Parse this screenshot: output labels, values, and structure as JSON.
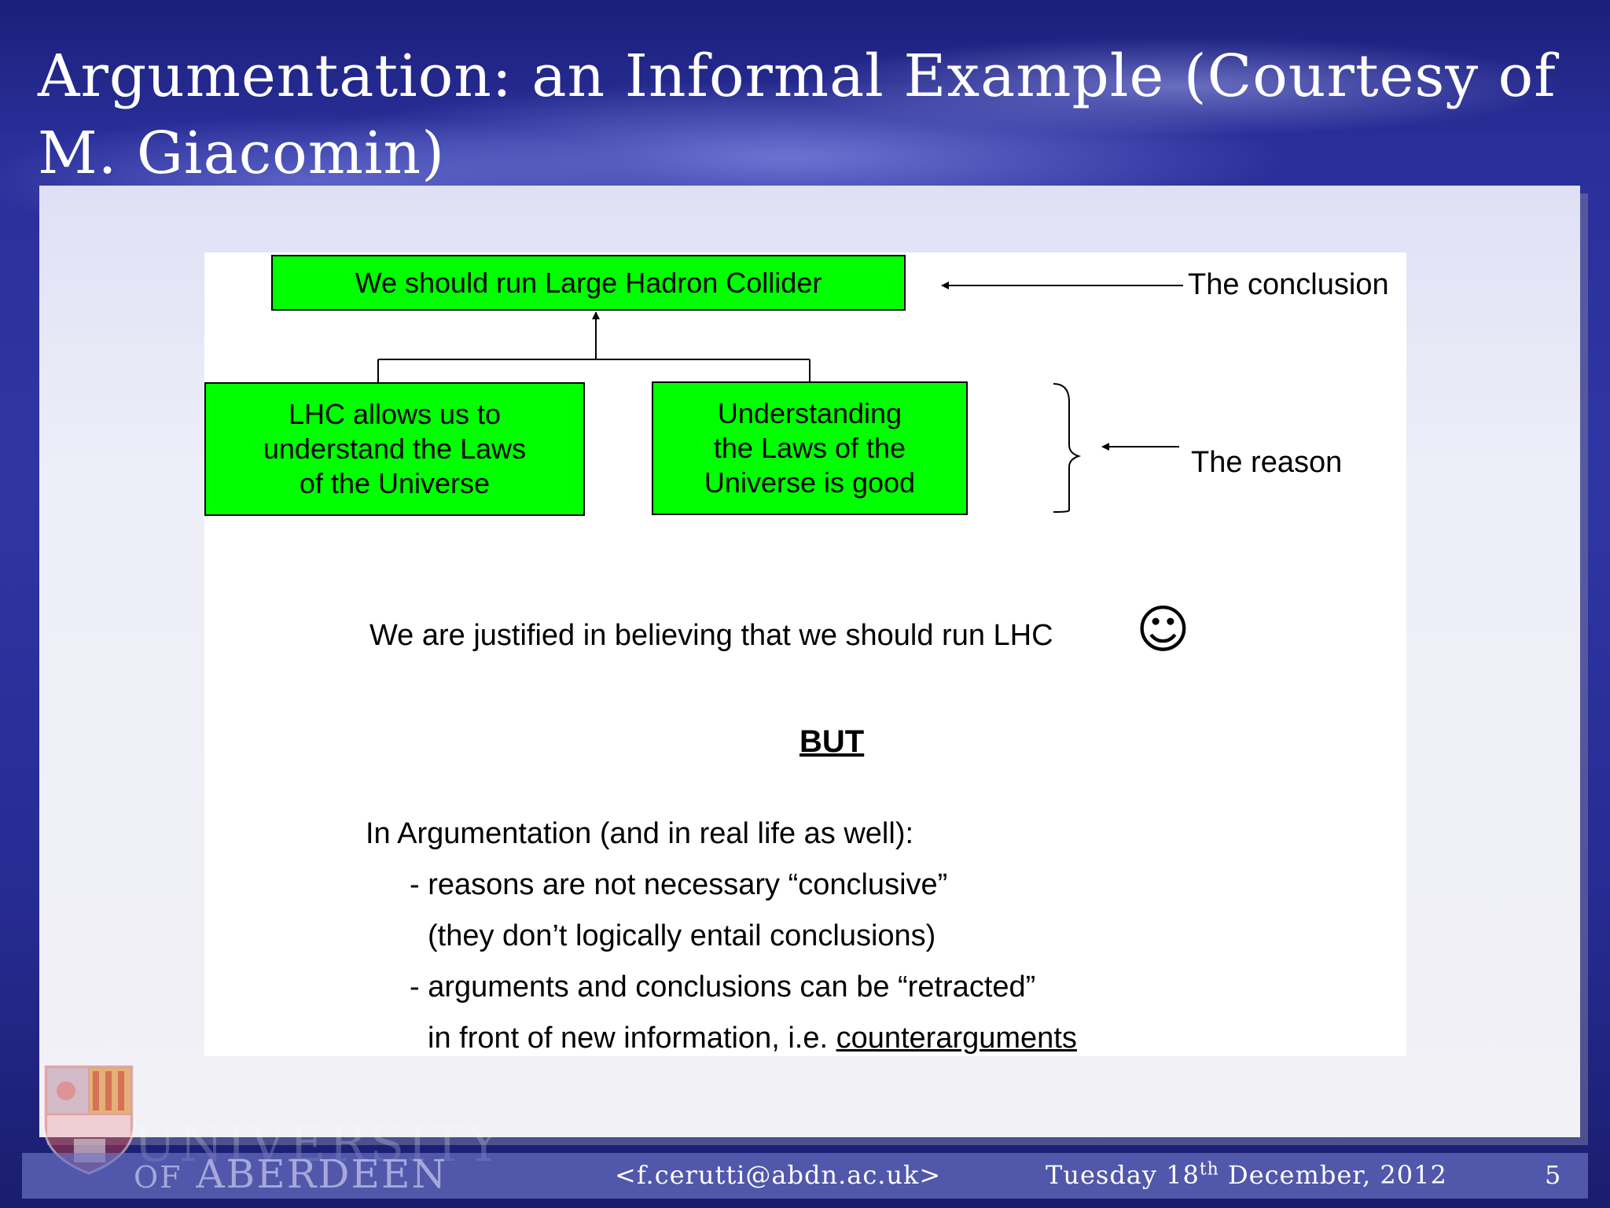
{
  "slide": {
    "title": "Argumentation: an Informal Example (Courtesy of M. Giacomin)"
  },
  "diagram": {
    "conclusion_box": "We should run Large Hadron Collider",
    "reason_boxes": [
      "LHC allows us to\nunderstand the Laws\nof the Universe",
      "Understanding\nthe Laws of the\nUniverse is good"
    ],
    "annotations": {
      "conclusion": "The conclusion",
      "reason": "The reason"
    },
    "box_color": "#00ff00"
  },
  "body": {
    "justified": "We are justified in believing that we should run LHC",
    "smiley": "☺",
    "but": "BUT",
    "intro": "In Argumentation (and in real life as well):",
    "bullet1": "- reasons are not necessary “conclusive”",
    "bullet1_cont": "(they don’t logically entail conclusions)",
    "bullet2": "- arguments and conclusions can be “retracted”",
    "bullet2_cont_prefix": "in front of new information, i.e. ",
    "bullet2_cont_link": "counterarguments"
  },
  "footer": {
    "logo_line1": "UNIVERSITY",
    "logo_line2_of": "OF",
    "logo_line2_name": "ABERDEEN",
    "email": "<f.cerutti@abdn.ac.uk>",
    "date_day": "Tuesday 18",
    "date_sup": "th",
    "date_rest": " December, 2012",
    "page": "5"
  }
}
